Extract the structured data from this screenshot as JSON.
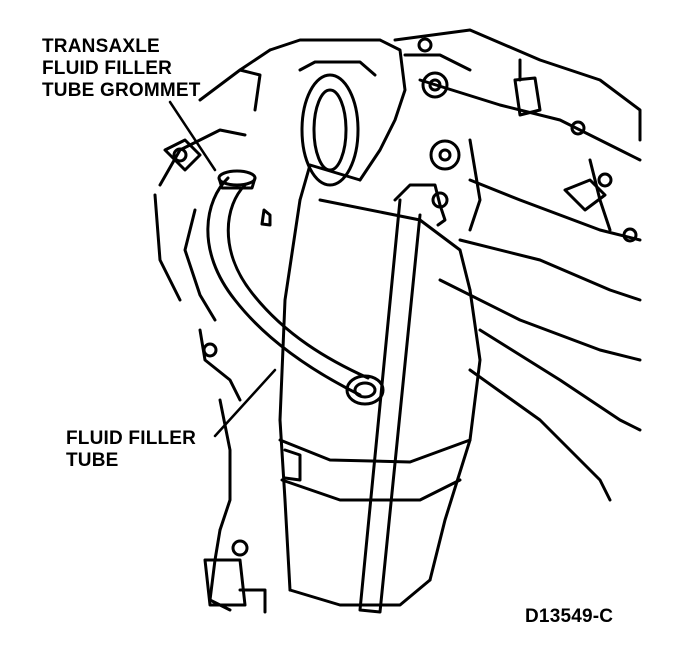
{
  "callouts": {
    "grommet": {
      "lines": [
        "TRANSAXLE",
        "FLUID FILLER",
        "TUBE GROMMET"
      ]
    },
    "filler_tube": {
      "lines": [
        "FLUID FILLER",
        "TUBE"
      ]
    }
  },
  "figure_id": "D13549-C",
  "colors": {
    "ink": "#000000",
    "paper": "#ffffff"
  }
}
